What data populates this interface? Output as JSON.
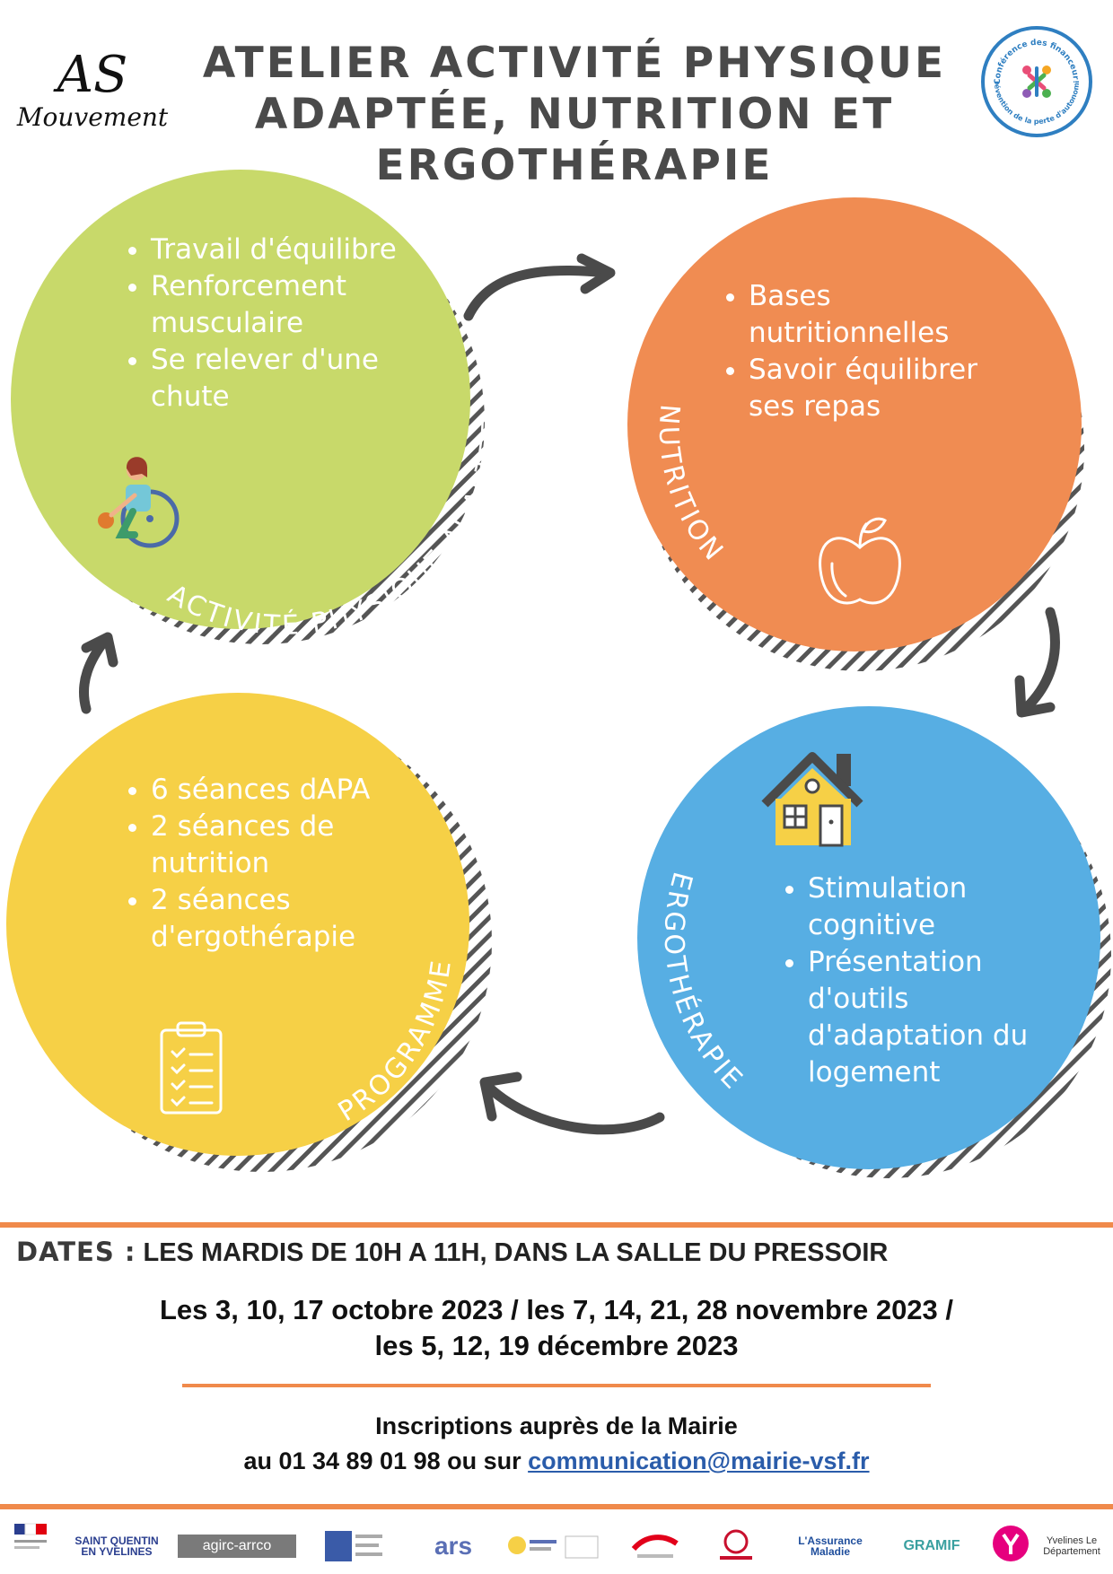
{
  "title": "ATELIER ACTIVITÉ PHYSIQUE ADAPTÉE, NUTRITION ET ERGOTHÉRAPIE",
  "brand_logo": {
    "line1": "AS",
    "line2": "Mouvement"
  },
  "cfppa_logo": {
    "top_text": "Conférence des financeurs",
    "bottom_text": "Prévention de la perte d'autonomie"
  },
  "circles": {
    "apa": {
      "arc_label": "ACTIVITÉ PHYSIQUE ADAPTÉE",
      "items": [
        "Travail d'équilibre",
        "Renforcement musculaire",
        "Se relever d'une chute"
      ],
      "color": "#c8d96a",
      "icon": "wheelchair-player-icon"
    },
    "nutrition": {
      "arc_label": "NUTRITION",
      "items": [
        "Bases nutritionnelles",
        "Savoir équilibrer ses repas"
      ],
      "color": "#f08c52",
      "icon": "apple-icon"
    },
    "ergo": {
      "arc_label": "ERGOTHÉRAPIE",
      "items": [
        "Stimulation cognitive",
        "Présentation d'outils d'adaptation du logement"
      ],
      "color": "#57aee3",
      "icon": "house-icon"
    },
    "programme": {
      "arc_label": "PROGRAMME",
      "items": [
        "6 séances dAPA",
        "2 séances de nutrition",
        "2 séances d'ergothérapie"
      ],
      "color": "#f6d046",
      "icon": "clipboard-icon"
    }
  },
  "dates": {
    "label": "DATES :",
    "header": "LES MARDIS DE 10H A 11H, DANS LA SALLE DU PRESSOIR",
    "line1": "Les 3, 10, 17 octobre 2023 / les 7, 14, 21, 28 novembre 2023 /",
    "line2": "les 5, 12, 19 décembre 2023"
  },
  "inscriptions": {
    "line1": "Inscriptions auprès de la Mairie",
    "line2_prefix": "au 01 34 89 01 98 ou sur ",
    "email": "communication@mairie-vsf.fr"
  },
  "partners": [
    "SAINT QUENTIN EN YVELINES",
    "agirc-arrco",
    "ars",
    "L'Assurance Maladie",
    "GRAMIF",
    "Yvelines Le Département"
  ],
  "colors": {
    "accent": "#f08a4b",
    "title": "#4a4a4a",
    "link": "#2a5caa",
    "arrow": "#4a4a4a"
  }
}
